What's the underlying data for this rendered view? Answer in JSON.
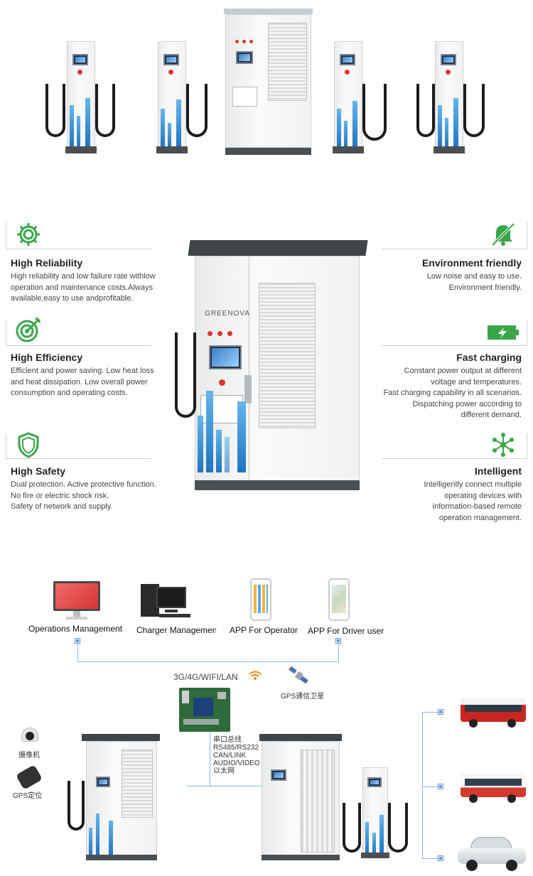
{
  "brand": "GREENOVA",
  "features": {
    "left": [
      {
        "title": "High Reliability",
        "text": [
          "High reliability and low failure rate withlow",
          "operation and maintenance costs.Always",
          "available,easy to use andprofitable."
        ],
        "icon": "gear-icon"
      },
      {
        "title": "High Efficiency",
        "text": [
          "Efficient and power saving. Low heat loss",
          "and heat dissipation. Low overall power",
          "consumption and operating costs."
        ],
        "icon": "target-icon"
      },
      {
        "title": "High Safety",
        "text": [
          "Dual protection. Active protective function.",
          "No fire or electric shock risk.",
          "Safety of network and supply."
        ],
        "icon": "shield-icon"
      }
    ],
    "right": [
      {
        "title": "Environment friendly",
        "text": [
          "Low noise and easy to use.",
          "Environment friendly."
        ],
        "icon": "mute-bell-icon"
      },
      {
        "title": "Fast charging",
        "text": [
          "Constant power output at different",
          "voltage and temperatures.",
          "Fast charging capability in all scenarios.",
          "Dispatching power according to",
          "different demand."
        ],
        "icon": "battery-charging-icon"
      },
      {
        "title": "Intelligent",
        "text": [
          "Intelligently connect multiple",
          "operating devices with",
          "information-based remote",
          "operation management."
        ],
        "icon": "network-icon"
      }
    ]
  },
  "network": {
    "clients": [
      "Operations Management",
      "Charger Managemen",
      "APP For Operator",
      "APP For Driver user"
    ],
    "comm": "3G/4G/WIFI/LAN",
    "gps_satellite": "GPS通信卫星",
    "camera": "摄像机",
    "gps_locate": "GPS定位",
    "bus_lines": [
      "串口总线",
      "RS485/RS232",
      "CAN/LINK",
      "AUDIO/VIDEO",
      "以太网"
    ]
  },
  "colors": {
    "accent_green": "#3aa64a",
    "wire_blue": "#8db8e6",
    "building_blue": "#1f74c2"
  }
}
